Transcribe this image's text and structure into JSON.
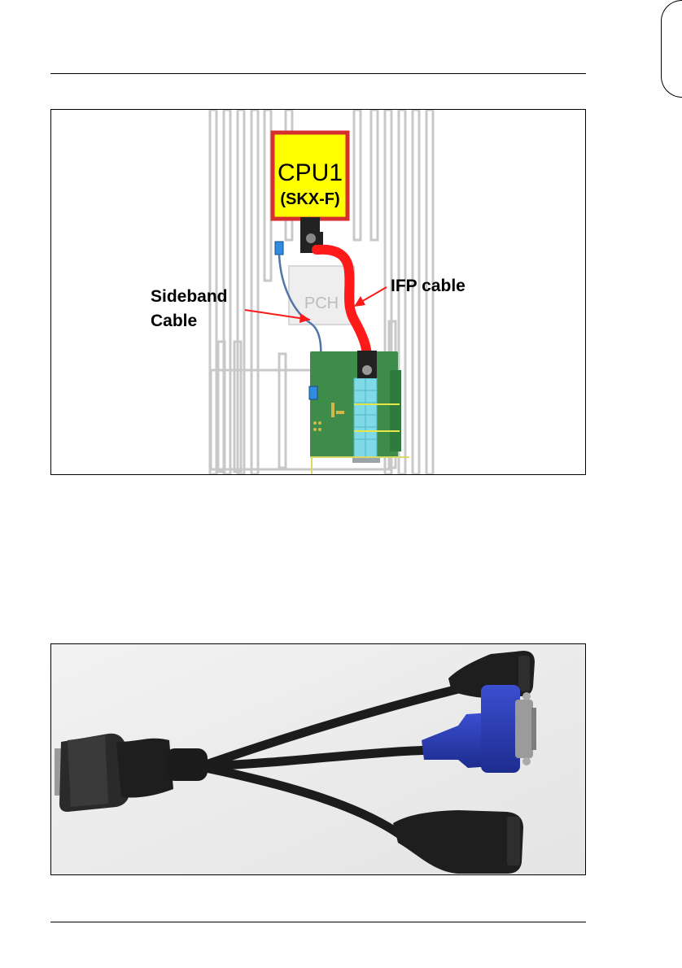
{
  "figure1": {
    "cpu_label": "CPU1",
    "cpu_sublabel": "(SKX-F)",
    "pch_label": "PCH",
    "sideband_label_line1": "Sideband",
    "sideband_label_line2": "Cable",
    "ifp_label_bold": "IFP",
    "ifp_label_rest": " cable",
    "colors": {
      "cpu_fill": "#ffff00",
      "cpu_border": "#d62f2f",
      "ifp_cable": "#ff1a1a",
      "sideband_cable": "#4f74a8",
      "pcb_green": "#3d8c4a",
      "connector_cyan": "#7fd9e6"
    }
  },
  "figure2": {
    "description_icons": [
      "multi-pin-plug-icon",
      "usb-port-icon",
      "vga-port-icon"
    ]
  }
}
